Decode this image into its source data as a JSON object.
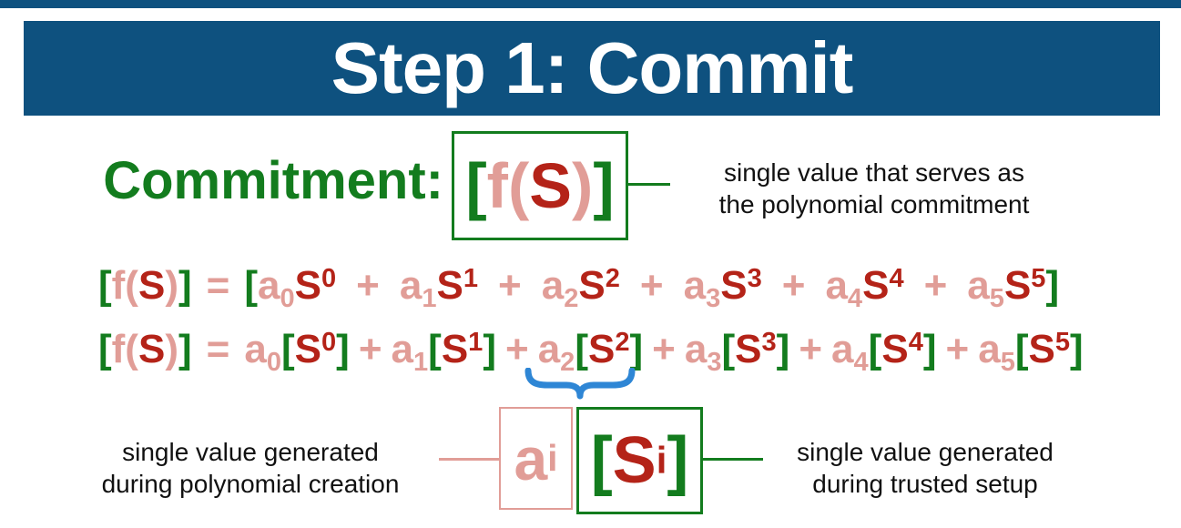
{
  "colors": {
    "navy": "#0E517F",
    "green": "#137C1E",
    "salmon": "#E19D97",
    "red": "#B42318",
    "blue": "#2E86D5",
    "ink": "#111111"
  },
  "banner": {
    "title": "Step 1: Commit"
  },
  "commitment": {
    "label": "Commitment:",
    "box_tokens": [
      {
        "t": "[",
        "c": "g"
      },
      {
        "t": "f(",
        "c": "s"
      },
      {
        "t": "S",
        "c": "r"
      },
      {
        "t": ")",
        "c": "s"
      },
      {
        "t": "]",
        "c": "g"
      }
    ],
    "note_lines": [
      "single value that serves as",
      "the polynomial commitment"
    ]
  },
  "equations": {
    "expanded": {
      "tokens": [
        {
          "t": "[",
          "c": "g"
        },
        {
          "t": "f(",
          "c": "s"
        },
        {
          "t": "S",
          "c": "r"
        },
        {
          "t": ")",
          "c": "s"
        },
        {
          "t": "]",
          "c": "g"
        },
        {
          "t": "=",
          "c": "s",
          "k": "eq"
        },
        {
          "t": "[",
          "c": "g"
        },
        {
          "t": "a",
          "c": "s"
        },
        {
          "t": "0",
          "c": "s",
          "v": "sub"
        },
        {
          "t": "S",
          "c": "r"
        },
        {
          "t": "0",
          "c": "r",
          "v": "sup"
        },
        {
          "t": "+",
          "c": "s",
          "k": "plus"
        },
        {
          "t": "a",
          "c": "s"
        },
        {
          "t": "1",
          "c": "s",
          "v": "sub"
        },
        {
          "t": "S",
          "c": "r"
        },
        {
          "t": "1",
          "c": "r",
          "v": "sup"
        },
        {
          "t": "+",
          "c": "s",
          "k": "plus"
        },
        {
          "t": "a",
          "c": "s"
        },
        {
          "t": "2",
          "c": "s",
          "v": "sub"
        },
        {
          "t": "S",
          "c": "r"
        },
        {
          "t": "2",
          "c": "r",
          "v": "sup"
        },
        {
          "t": "+",
          "c": "s",
          "k": "plus"
        },
        {
          "t": "a",
          "c": "s"
        },
        {
          "t": "3",
          "c": "s",
          "v": "sub"
        },
        {
          "t": "S",
          "c": "r"
        },
        {
          "t": "3",
          "c": "r",
          "v": "sup"
        },
        {
          "t": "+",
          "c": "s",
          "k": "plus"
        },
        {
          "t": "a",
          "c": "s"
        },
        {
          "t": "4",
          "c": "s",
          "v": "sub"
        },
        {
          "t": "S",
          "c": "r"
        },
        {
          "t": "4",
          "c": "r",
          "v": "sup"
        },
        {
          "t": "+",
          "c": "s",
          "k": "plus"
        },
        {
          "t": "a",
          "c": "s"
        },
        {
          "t": "5",
          "c": "s",
          "v": "sub"
        },
        {
          "t": "S",
          "c": "r"
        },
        {
          "t": "5",
          "c": "r",
          "v": "sup"
        },
        {
          "t": "]",
          "c": "g"
        }
      ]
    },
    "committed": {
      "tokens": [
        {
          "t": "[",
          "c": "g"
        },
        {
          "t": "f(",
          "c": "s"
        },
        {
          "t": "S",
          "c": "r"
        },
        {
          "t": ")",
          "c": "s"
        },
        {
          "t": "]",
          "c": "g"
        },
        {
          "t": "=",
          "c": "s",
          "k": "eq"
        },
        {
          "t": "a",
          "c": "s"
        },
        {
          "t": "0",
          "c": "s",
          "v": "sub"
        },
        {
          "t": "[",
          "c": "g"
        },
        {
          "t": "S",
          "c": "r"
        },
        {
          "t": "0",
          "c": "r",
          "v": "sup"
        },
        {
          "t": "]",
          "c": "g"
        },
        {
          "t": "+",
          "c": "s",
          "k": "plus"
        },
        {
          "t": "a",
          "c": "s"
        },
        {
          "t": "1",
          "c": "s",
          "v": "sub"
        },
        {
          "t": "[",
          "c": "g"
        },
        {
          "t": "S",
          "c": "r"
        },
        {
          "t": "1",
          "c": "r",
          "v": "sup"
        },
        {
          "t": "]",
          "c": "g"
        },
        {
          "t": "+",
          "c": "s",
          "k": "plus"
        },
        {
          "t": "a",
          "c": "s"
        },
        {
          "t": "2",
          "c": "s",
          "v": "sub"
        },
        {
          "t": "[",
          "c": "g"
        },
        {
          "t": "S",
          "c": "r"
        },
        {
          "t": "2",
          "c": "r",
          "v": "sup"
        },
        {
          "t": "]",
          "c": "g"
        },
        {
          "t": "+",
          "c": "s",
          "k": "plus"
        },
        {
          "t": "a",
          "c": "s"
        },
        {
          "t": "3",
          "c": "s",
          "v": "sub"
        },
        {
          "t": "[",
          "c": "g"
        },
        {
          "t": "S",
          "c": "r"
        },
        {
          "t": "3",
          "c": "r",
          "v": "sup"
        },
        {
          "t": "]",
          "c": "g"
        },
        {
          "t": "+",
          "c": "s",
          "k": "plus"
        },
        {
          "t": "a",
          "c": "s"
        },
        {
          "t": "4",
          "c": "s",
          "v": "sub"
        },
        {
          "t": "[",
          "c": "g"
        },
        {
          "t": "S",
          "c": "r"
        },
        {
          "t": "4",
          "c": "r",
          "v": "sup"
        },
        {
          "t": "]",
          "c": "g"
        },
        {
          "t": "+",
          "c": "s",
          "k": "plus"
        },
        {
          "t": "a",
          "c": "s"
        },
        {
          "t": "5",
          "c": "s",
          "v": "sub"
        },
        {
          "t": "[",
          "c": "g"
        },
        {
          "t": "S",
          "c": "r"
        },
        {
          "t": "5",
          "c": "r",
          "v": "sup"
        },
        {
          "t": "]",
          "c": "g"
        }
      ]
    }
  },
  "highlight": {
    "coeff_box_tokens": [
      {
        "t": "a",
        "c": "s"
      },
      {
        "t": "i",
        "c": "s",
        "v": "sub"
      }
    ],
    "setup_box_tokens": [
      {
        "t": "[",
        "c": "g"
      },
      {
        "t": "S",
        "c": "r"
      },
      {
        "t": "i",
        "c": "r",
        "v": "sup"
      },
      {
        "t": "]",
        "c": "g"
      }
    ],
    "coeff_note_lines": [
      "single value generated",
      "during polynomial creation"
    ],
    "setup_note_lines": [
      "single value generated",
      "during trusted setup"
    ]
  }
}
